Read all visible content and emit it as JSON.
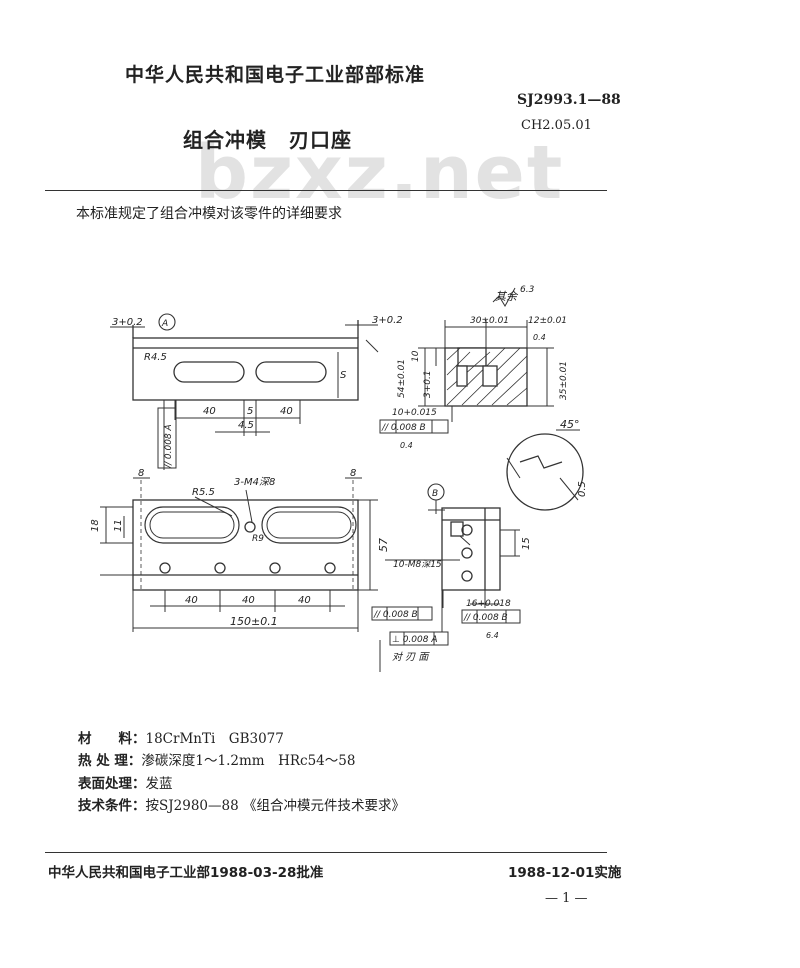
{
  "header": {
    "ministry": "中华人民共和国电子工业部部标准",
    "standard_no": "SJ2993.1—88",
    "catalog_no": "CH2.05.01",
    "title_a": "组合冲模",
    "title_b": "刃口座",
    "watermark": "bzxz.net"
  },
  "scope": "本标准规定了组合冲模对该零件的详细要求",
  "drawing": {
    "roughness_note": "其余",
    "roughness_value": "6.3",
    "datum_a": "A",
    "datum_b": "B",
    "dims": {
      "d_3_02": "3+0.2",
      "d_3_02r": "3+0.2",
      "d_r45": "R4.5",
      "d_s": "S",
      "d_40a": "40",
      "d_5": "5",
      "d_40b": "40",
      "d_45": "4.5",
      "d_tol_top": "// 0.008 A",
      "d_30": "30±0.01",
      "d_12": "12±0.01",
      "d_10": "10",
      "d_54": "54±0.01",
      "d_3_01": "3+0.1",
      "d_35": "35±0.01",
      "d_10_15": "10+0.015",
      "d_tol_b1": "// 0.008 B",
      "d_ra": "0.4",
      "d_ra2": "0.4",
      "d_45deg": "45°",
      "d_0_5": "0.5",
      "d_8a": "8",
      "d_8b": "8",
      "d_r55": "R5.5",
      "d_m4": "3-M4深8",
      "d_r9": "R9",
      "d_18": "18",
      "d_11": "11",
      "d_57": "57",
      "d_40c": "40",
      "d_40d": "40",
      "d_40e": "40",
      "d_150": "150±0.1",
      "d_m8": "10-M8深15",
      "d_15": "15",
      "d_tol_b2": "// 0.008 B",
      "d_16": "16+0.018",
      "d_tol_b3": "// 0.008 B",
      "d_perp": "⊥ 0.008 A",
      "d_face": "对 刃 面",
      "d_64": "6.4"
    }
  },
  "requirements": [
    {
      "key": "材　　料：",
      "value": "18CrMnTi　GB3077"
    },
    {
      "key": "热 处 理：",
      "value": "渗碳深度1～1.2mm　HRc54～58"
    },
    {
      "key": "表面处理：",
      "value": "发蓝"
    },
    {
      "key": "技术条件：",
      "value": "按SJ2980—88 《组合冲模元件技术要求》"
    }
  ],
  "footer": {
    "approval": "中华人民共和国电子工业部1988-03-28批准",
    "effective": "1988-12-01实施",
    "page": "— 1 —"
  }
}
